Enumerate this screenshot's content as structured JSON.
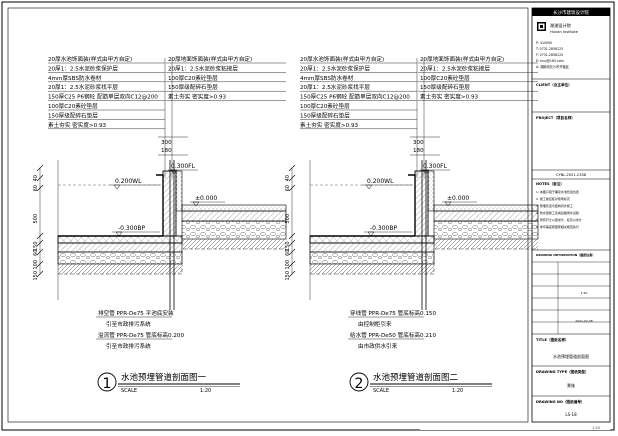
{
  "colors": {
    "line": "#000000",
    "hatch": "#444444",
    "water": "#8a8a8a",
    "gravel": "#777777"
  },
  "title_block": {
    "header": "长沙市建筑设计院",
    "company_cn": "湖湘设计院",
    "company_en": "Hunan Institute",
    "contact": [
      "P: 410000",
      "T: 0731-2858123",
      "F: 0731-2858125",
      "E: hnsj@163.com",
      "A: 湖南省长沙市开福区"
    ],
    "client_label": "CLIENT（业主单位）",
    "project_label": "PROJECT（项目名称）",
    "project_no": "CYNL-2021-2338",
    "notes_label": "NOTES（备注）",
    "notes": [
      "1. 本图只用于确定水池管道位置",
      "2. 施工前应核对现场标高",
      "3. 预埋管道与结构同步施工",
      "4. 防水层施工完成后做闭水试验",
      "5. 所有尺寸以毫米计，标高以米计",
      "6. 未尽事宜按国家相关规范执行"
    ],
    "information_label": "DRAWING INFORMATION（图纸信息）",
    "info_rows": [
      "",
      "",
      "1:20",
      "2021-02-08",
      "",
      ""
    ],
    "title_label": "TITLE（图纸名称）",
    "title_value": "水池预埋管道剖面图",
    "drawing_type_label": "DRAWING TYPE（图纸类型）",
    "drawing_type_value": "景施",
    "drawing_no_label": "DRAWING NO（图纸编号）",
    "drawing_no_value": "LS-18"
  },
  "sections": [
    {
      "number": "1",
      "title": "水池预埋管道剖面图一",
      "scale_label": "SCALE",
      "scale_value": "1:20",
      "layers_left": [
        "20厚水池饰面装(样式由甲方自定)",
        "20厚1：2.5水泥砂浆保护层",
        "4mm厚SBS防水卷材",
        "20厚1：2.5水泥砂浆找平层",
        "150厚C25 P6钢砼 配筋单层双向C12@200",
        "100厚C20素砼垫层",
        "150厚级配碎石垫层",
        "素土夯实 密实度>0.93"
      ],
      "layers_right": [
        "20厚地面饰面装(样式由甲方自定)",
        "20厚1：2.5水泥砂浆粘接层",
        "100厚C20素砼垫层",
        "150厚级配碎石垫层",
        "素土夯实 密实度>0.93"
      ],
      "pipes": [
        "排空管 PPR-De75 平池底安装",
        "引至市政排污系统",
        "溢流管 PPR-De75 管底标高0.200",
        "引至市政排污系统"
      ]
    },
    {
      "number": "2",
      "title": "水池预埋管道剖面图二",
      "scale_label": "SCALE",
      "scale_value": "1:20",
      "layers_left": [
        "20厚水池饰面装(样式由甲方自定)",
        "20厚1：2.5水泥砂浆保护层",
        "4mm厚SBS防水卷材",
        "20厚1：2.5水泥砂浆找平层",
        "150厚C25 P6钢砼 配筋单层双向C12@200",
        "100厚C20素砼垫层",
        "150厚级配碎石垫层",
        "素土夯实 密实度>0.93"
      ],
      "layers_right": [
        "20厚地面饰面装(样式由甲方自定)",
        "20厚1：2.5水泥砂浆粘接层",
        "100厚C20素砼垫层",
        "150厚级配碎石垫层",
        "素土夯实 密实度>0.93"
      ],
      "pipes": [
        "穿线管 PPR-De75 管底标高0.150",
        "由控制柜引来",
        "给水管 PPR-De50 管底标高0.210",
        "由市政供水引来"
      ]
    }
  ],
  "levels": {
    "water": "0.200WL",
    "floor": "0.300FL",
    "zero": "±0.000",
    "bottom": "-0.300BP"
  },
  "dims": {
    "top_a": "300",
    "top_b": "180",
    "v1": "40",
    "v2": "60",
    "v3": "500",
    "v4": "150",
    "v5": "60",
    "v6": "100",
    "v7": "150"
  },
  "footer_text": "1:20"
}
